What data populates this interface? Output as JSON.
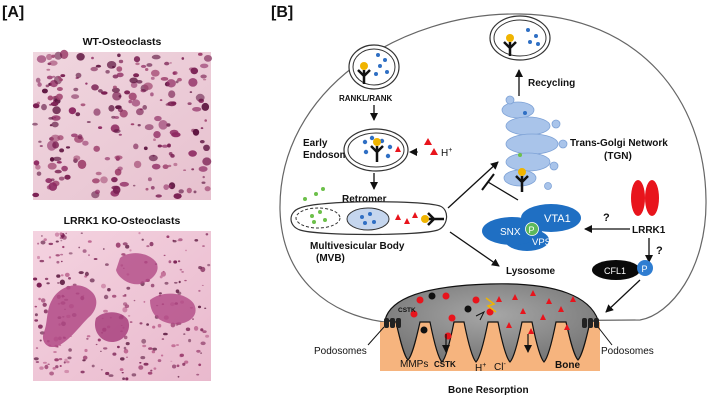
{
  "panel_a": {
    "tag": "[A]",
    "top_caption": "WT-Osteoclasts",
    "bottom_caption": "LRRK1 KO-Osteoclasts"
  },
  "panel_b": {
    "tag": "[B]",
    "rankl_rank": "RANKL/RANK",
    "early_endosome_1": "Early",
    "early_endosome_2": "Endosome",
    "proton": "H",
    "proton_sup": "+",
    "retromer": "Retromer",
    "mvb_1": "Multivesicular Body",
    "mvb_2": "(MVB)",
    "recycling": "Recycling",
    "tgn_1": "Trans-Golgi Network",
    "tgn_2": "(TGN)",
    "vta1": "VTA1",
    "snx": "SNX",
    "vps35": "VPS35",
    "phospho": "P",
    "question": "?",
    "lrrk1": "LRRK1",
    "cfl1": "CFL1",
    "lysosome": "Lysosome",
    "cstk_small": "CSTK",
    "podosomes_left": "Podosomes",
    "podosomes_right": "Podosomes",
    "mmps": "MMPs",
    "cstk": "CSTK",
    "cl": "Cl",
    "cl_sup": "-",
    "bone": "Bone",
    "bone_resorption": "Bone Resorption"
  },
  "colors": {
    "stain_purple": "#7a1f52",
    "bone_orange": "#f6b47e",
    "golgi_blue": "#a9c4ea",
    "complex_blue": "#1f6fc3",
    "lrrk1_red": "#e8141c",
    "phospho_green": "#5cb85c",
    "cargo_blue": "#2f6fc4",
    "resorption_gray": "#8c8c8c"
  }
}
